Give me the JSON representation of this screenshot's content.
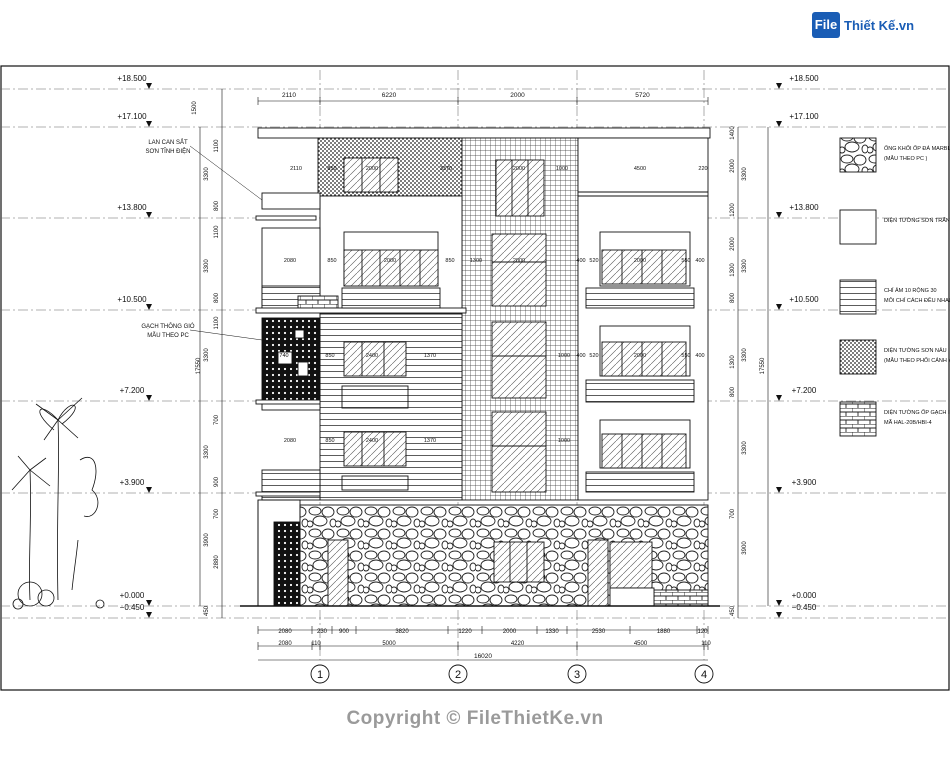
{
  "logo": {
    "badge": "File",
    "text": "Thiết Kế.vn"
  },
  "copyright": "Copyright © FileThietKe.vn",
  "levels": {
    "left": [
      "+18.500",
      "+17.100",
      "+13.800",
      "+10.500",
      "+7.200",
      "+3.900",
      "+0.000",
      "−0.450"
    ],
    "right": [
      "+18.500",
      "+17.100",
      "+13.800",
      "+10.500",
      "+7.200",
      "+3.900",
      "+0.000",
      "−0.450"
    ]
  },
  "dims": {
    "top": [
      "2110",
      "6220",
      "2000",
      "5720"
    ],
    "bottom1": [
      "2080",
      "230",
      "900",
      "3820",
      "1220",
      "2000",
      "1330",
      "2530",
      "1880",
      "120"
    ],
    "bottom2": [
      "2080",
      "110",
      "5000",
      "4220",
      "4500",
      "110"
    ],
    "total": "16020",
    "left_v": [
      "1500",
      "1100",
      "3300",
      "800",
      "1100",
      "3300",
      "800",
      "1100",
      "17550",
      "3300",
      "700",
      "3300",
      "900",
      "700",
      "3900",
      "2880",
      "450"
    ],
    "right_v": [
      "1400",
      "2000",
      "3300",
      "1200",
      "2000",
      "3300",
      "1300",
      "800",
      "17550",
      "3300",
      "1300",
      "800",
      "3300",
      "700",
      "3900",
      "450"
    ],
    "inner": [
      "2110",
      "850",
      "2000",
      "3370",
      "2000",
      "1000",
      "4500",
      "220",
      "2080",
      "850",
      "2000",
      "850",
      "1300",
      "2000",
      "400",
      "520",
      "2000",
      "550",
      "400",
      "740",
      "850",
      "2400",
      "1370",
      "2080",
      "850",
      "2400",
      "1370",
      "1000",
      "1000",
      "400",
      "520",
      "2000",
      "550",
      "400"
    ]
  },
  "grid_axes": [
    "1",
    "2",
    "3",
    "4"
  ],
  "notes": [
    {
      "lines": [
        "LAN CAN SẮT",
        "SƠN TĨNH ĐIỆN"
      ]
    },
    {
      "lines": [
        "GẠCH THÔNG GIÓ",
        "MẪU THEO PC"
      ]
    }
  ],
  "legend": [
    {
      "pattern": "stone",
      "lines": [
        "ỐNG KHỐI ỐP ĐÁ MARBLE",
        "(MẪU THEO PC )"
      ]
    },
    {
      "pattern": "white",
      "lines": [
        "DIỆN TƯỜNG SƠN TRẮNG"
      ]
    },
    {
      "pattern": "lines",
      "lines": [
        "CHỈ ÂM 10 RỘNG 30",
        "MỖI CHỈ CÁCH ĐỀU NHAU"
      ]
    },
    {
      "pattern": "dots",
      "lines": [
        "DIỆN TƯỜNG SƠN NÂU",
        "(MẪU THEO PHỐI CẢNH )"
      ]
    },
    {
      "pattern": "brick",
      "lines": [
        "DIỆN TƯỜNG ỐP GẠCH INAX",
        "MÃ HAL-20B/HBI-4"
      ]
    }
  ],
  "colors": {
    "line": "#111111",
    "accent": "#1a5db5",
    "watermark": "#9a9a9a"
  }
}
